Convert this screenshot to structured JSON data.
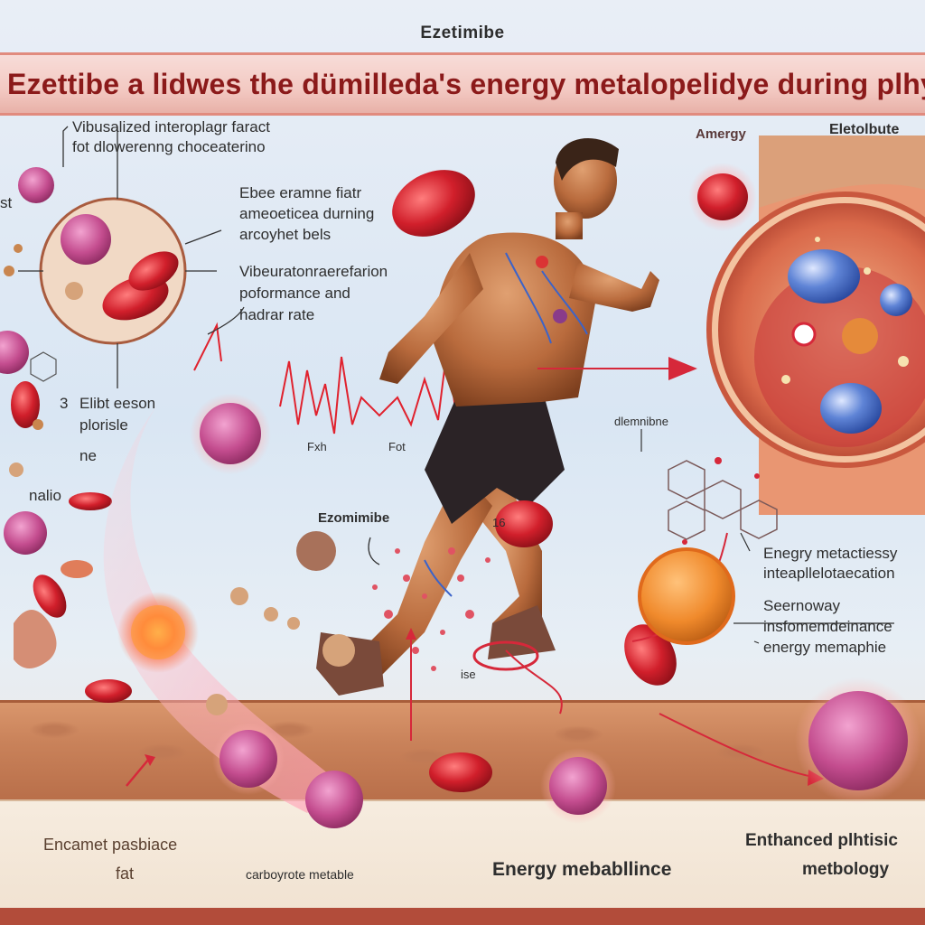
{
  "top_title": "Ezetimibe",
  "banner_title": "Ezettibe a lidwes the dümilleda's energy metalopelidye during plhysicial act",
  "labels": {
    "tl_1": "Vibusalized interoplagr faract",
    "tl_2": "fot dlowerenng choceaterino",
    "tl_st": "st",
    "ml_1": "Ebee eramne fiatr",
    "ml_2": "ameoeticea durning",
    "ml_3": "arcoyhet bels",
    "ml_4": "Vibeuratonraerefarion",
    "ml_5": "poformance and",
    "ml_6": "hadrar rate",
    "left_num": "3",
    "left_1": "Elibt eeson",
    "left_2": "plorisle",
    "left_3": "ne",
    "left_4": "nalio",
    "ecg_1": "Fxh",
    "ecg_2": "Fot",
    "center_label": "Ezomimibe",
    "center_num": "16",
    "foot_label": "ise",
    "top_right_1": "Amergy",
    "top_right_2": "Eletolbute",
    "mid_right": "dlemnibne",
    "right_1": "Enegry metactiessy",
    "right_2": "inteapllelotaecation",
    "right_3": "Seernoway",
    "right_4": "insfomemdeinance",
    "right_5": "energy memaphie",
    "bottom_1a": "Encamet pasbiace",
    "bottom_1b": "fat",
    "bottom_2": "carboyrote metable",
    "bottom_3": "Energy mebabllince",
    "bottom_4a": "Enthanced plhtisic",
    "bottom_4b": "metbology"
  },
  "colors": {
    "banner_text": "#8b1a1a",
    "red_cell": "#c8202c",
    "pink_cell": "#c44d8f",
    "blue_cell": "#4f74c9",
    "orange_cell": "#f08a2c",
    "arrow": "#d6283a"
  },
  "icons": [
    "runner-figure",
    "red-blood-cell",
    "fat-cell",
    "molecule-structure",
    "ecg-line",
    "magnified-tissue"
  ]
}
